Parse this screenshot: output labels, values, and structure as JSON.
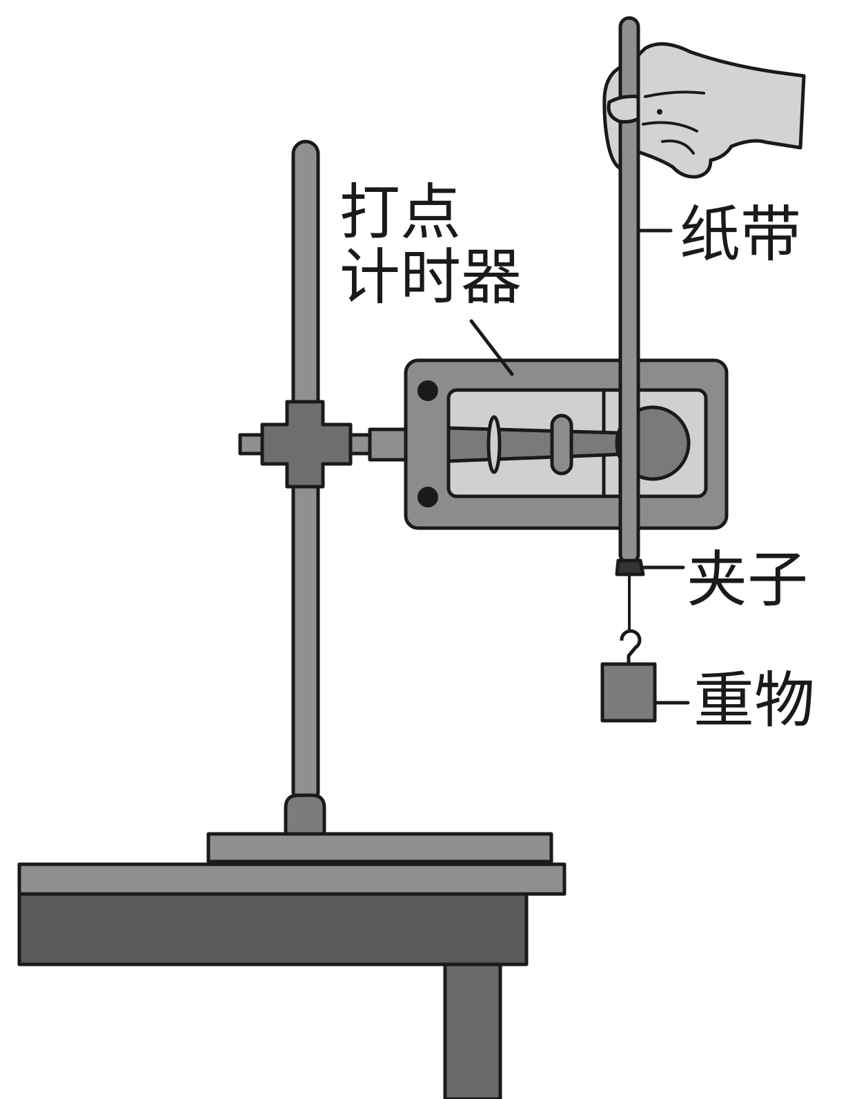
{
  "labels": {
    "timer_line1": "打点",
    "timer_line2": "计时器",
    "tape": "纸带",
    "clip": "夹子",
    "weight": "重物"
  },
  "colors": {
    "outline": "#1a1a1a",
    "rod": "#909090",
    "timer_body": "#8c8c8c",
    "timer_window": "#d0d0d0",
    "hand": "#d3d3d3",
    "table_top": "#8f8f8f",
    "table_apron": "#5a5a5a",
    "table_leg": "#6a6a6a",
    "weight": "#7c7c7c",
    "drum": "#7a7a7a"
  }
}
